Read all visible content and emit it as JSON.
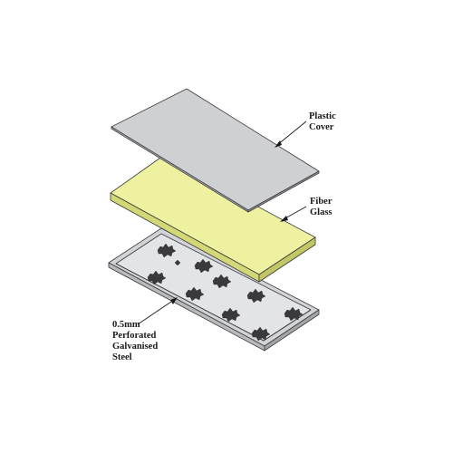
{
  "layers": [
    {
      "id": "plastic-cover",
      "label_lines": [
        "Plastic",
        "Cover"
      ],
      "top_color": "#cfd0d4",
      "side_color": "#a8a9ad"
    },
    {
      "id": "fiber-glass",
      "label_lines": [
        "Fiber",
        "Glass"
      ],
      "top_color": "#eef2a0",
      "side_color": "#d3d877"
    },
    {
      "id": "perforated-steel",
      "label_lines": [
        "0.5mm",
        "Perforated",
        "Galvanised",
        "Steel"
      ],
      "top_color": "#e3e4e7",
      "side_color": "#b9babe",
      "perforation_color": "#3a3a3c",
      "perforation_count": 10
    }
  ],
  "outline_color": "#3a3a3a"
}
